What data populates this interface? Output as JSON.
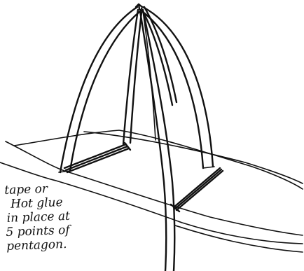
{
  "annotation": {
    "lines": [
      "tape or",
      "Hot glue",
      "in place at",
      "5 points of",
      "pentagon."
    ]
  }
}
